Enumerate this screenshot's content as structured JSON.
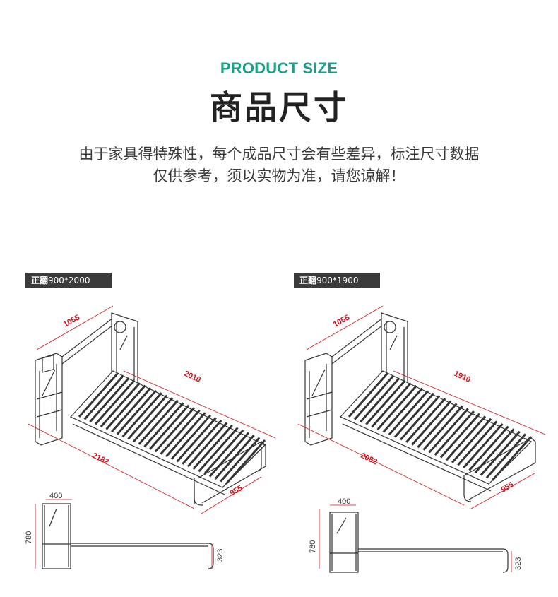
{
  "header": {
    "eyebrow": "PRODUCT SIZE",
    "title": "商品尺寸",
    "note_line1": "由于家具得特殊性，每个成品尺寸会有些差异，标注尺寸数据",
    "note_line2": "仅供参考，须以实物为准，请您谅解！"
  },
  "variants": [
    {
      "tag_bold": "正翻",
      "tag_size": "900*2000",
      "dims": {
        "width_top": "1055",
        "length": "2010",
        "overall": "2182",
        "foot": "955",
        "side_depth": "400",
        "side_height": "780",
        "bed_height": "323"
      }
    },
    {
      "tag_bold": "正翻",
      "tag_size": "900*1900",
      "dims": {
        "width_top": "1055",
        "length": "1910",
        "overall": "2082",
        "foot": "955",
        "side_depth": "400",
        "side_height": "780",
        "bed_height": "323"
      }
    }
  ],
  "colors": {
    "accent": "#1e9c8c",
    "dimension": "#d0121b",
    "tag_bg": "#3b3b3b"
  }
}
